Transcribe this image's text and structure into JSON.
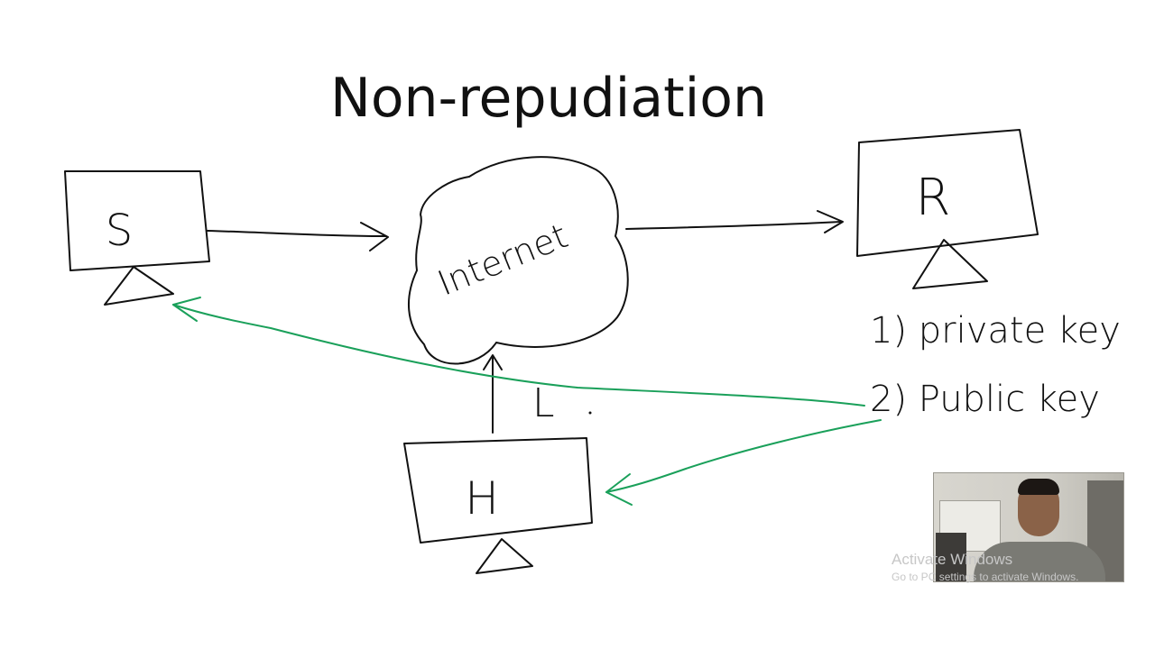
{
  "slide": {
    "title": "Non-repudiation"
  },
  "nodes": {
    "sender": "S",
    "receiver": "R",
    "hacker": "H",
    "cloud": "Internet"
  },
  "notes": {
    "item1": "1) private key",
    "item2": "2) Public key",
    "hacker_mark": "L"
  },
  "colors": {
    "ink": "#111111",
    "green_arrows": "#1aa05a"
  },
  "overlay": {
    "watermark_line1": "Activate Windows",
    "watermark_line2": "Go to PC settings to activate Windows."
  }
}
